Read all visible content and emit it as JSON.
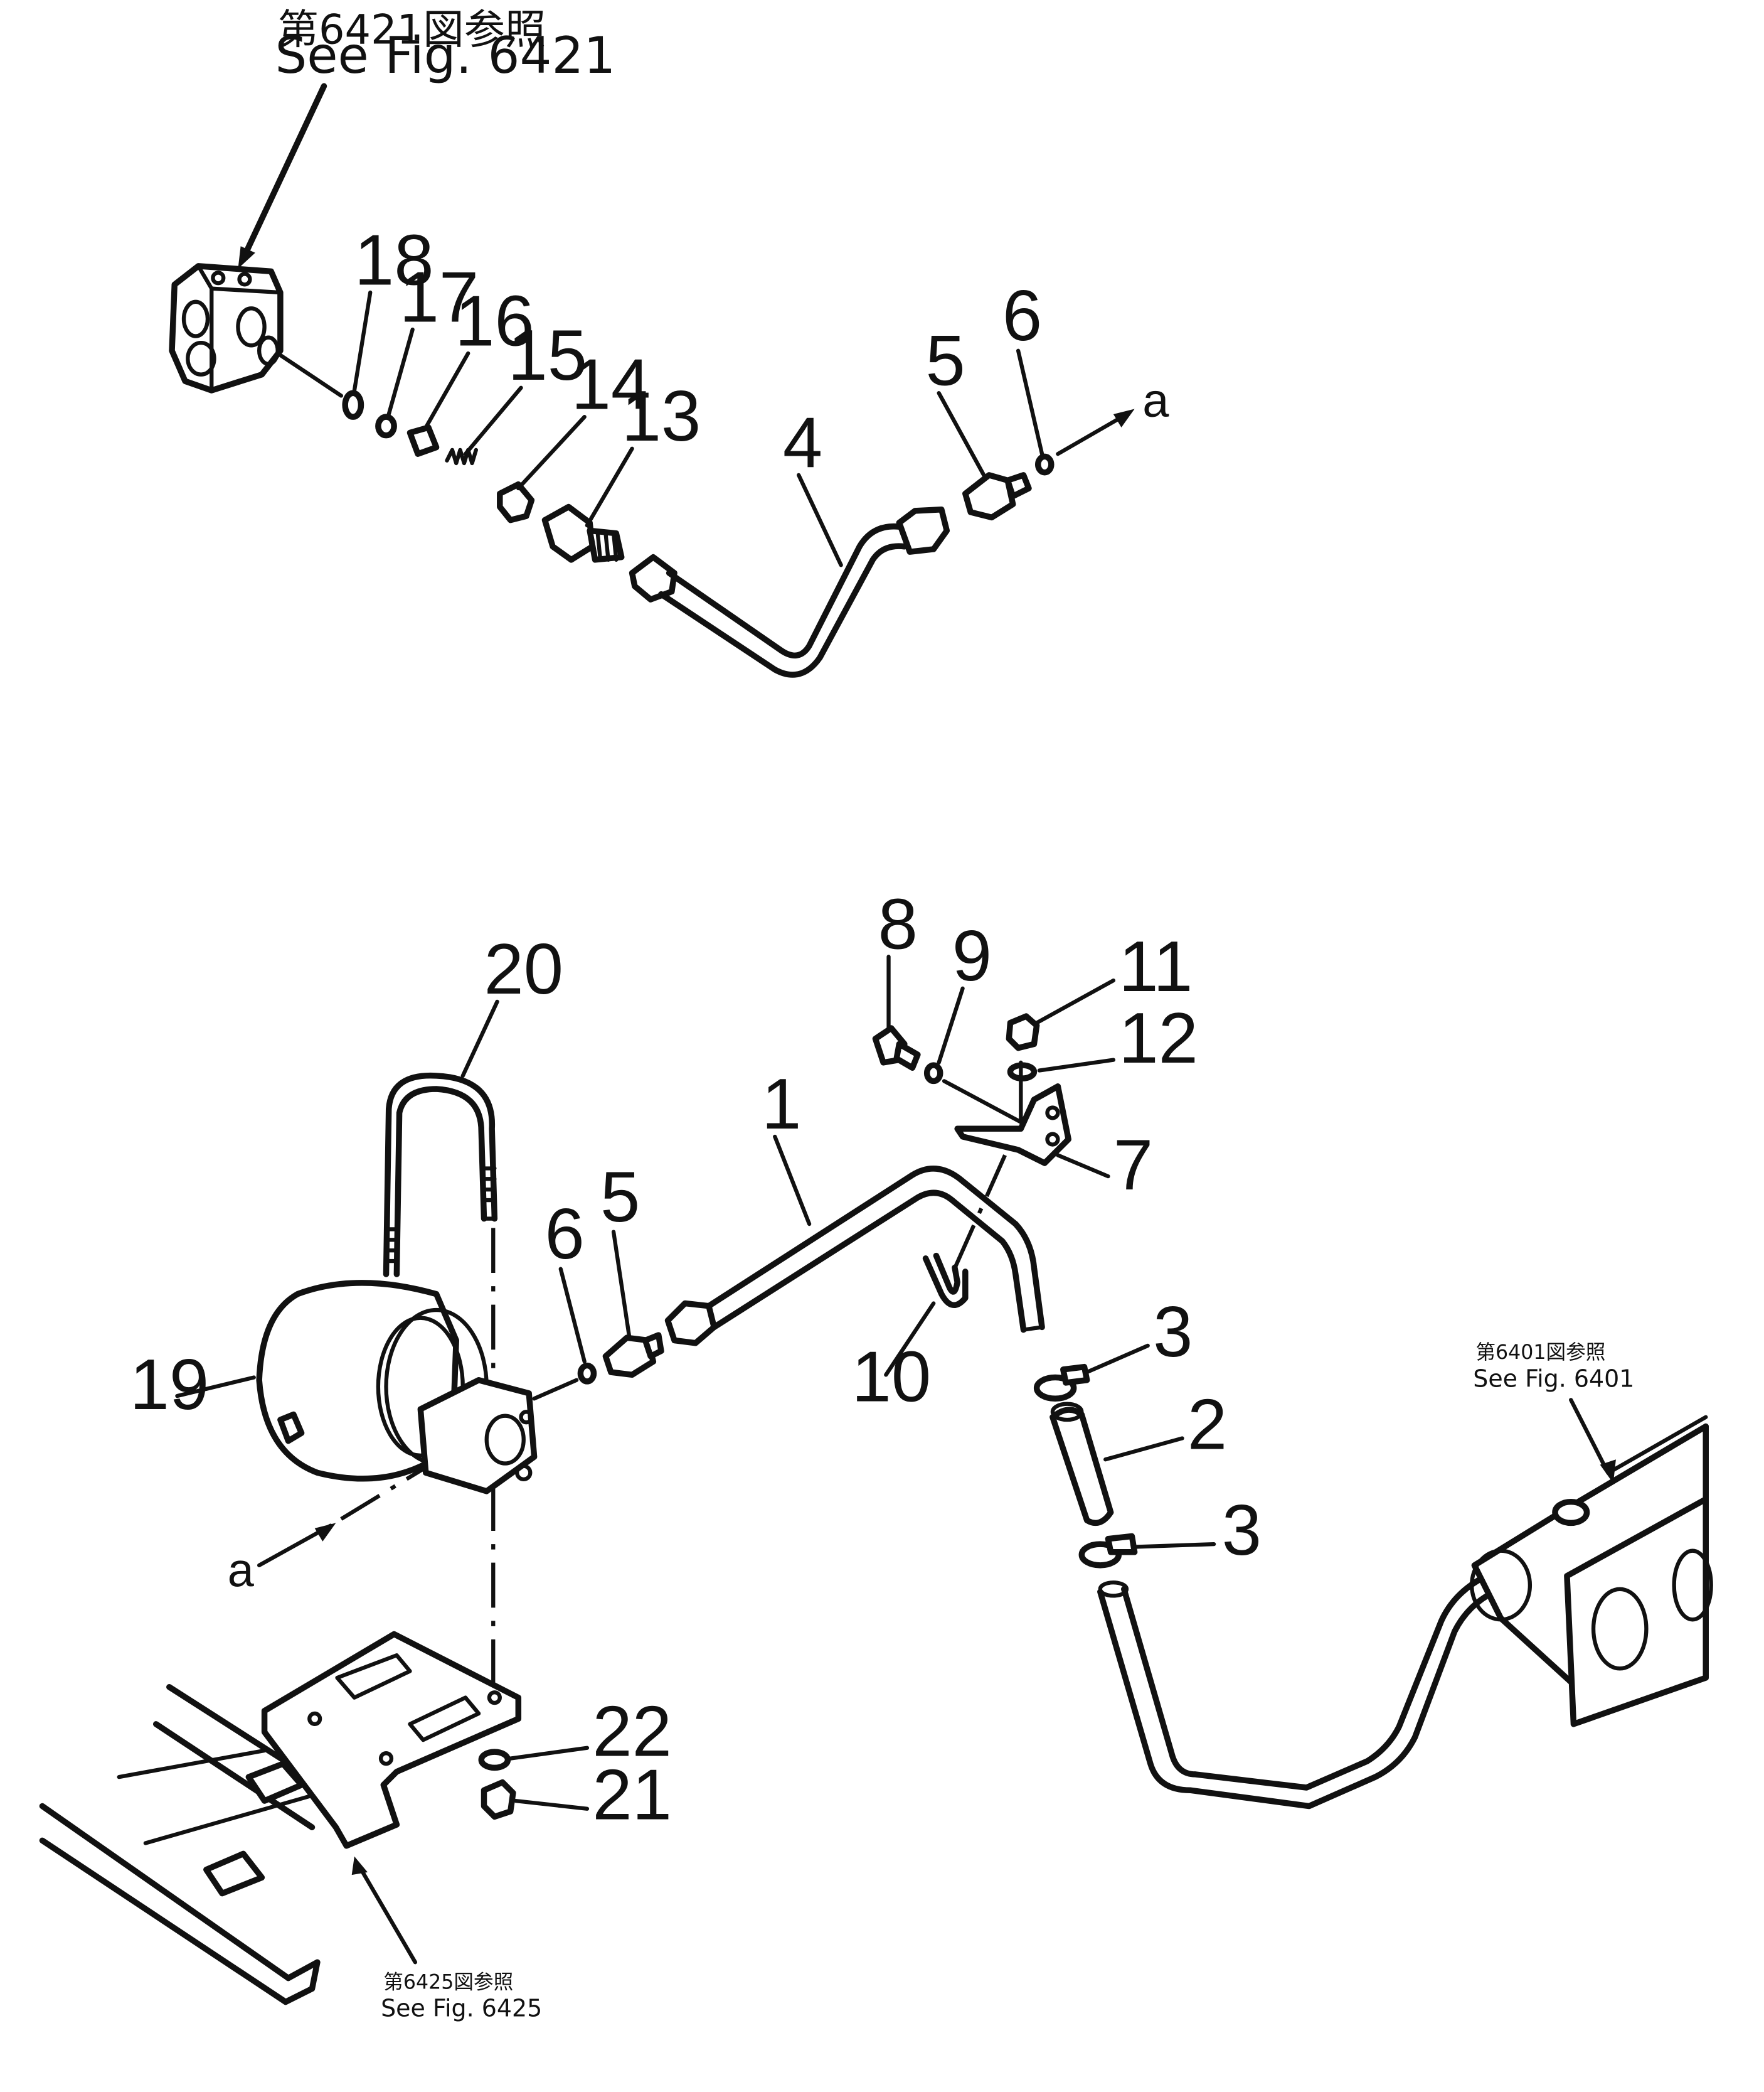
{
  "references": {
    "fig_6421": {
      "ja": "第6421図参照",
      "en": "See Fig. 6421"
    },
    "fig_6401": {
      "ja": "第6401図参照",
      "en": "See Fig. 6401"
    },
    "fig_6425": {
      "ja": "第6425図参照",
      "en": "See Fig. 6425"
    }
  },
  "connection_label": "a",
  "callouts": {
    "p1": "1",
    "p2": "2",
    "p3a": "3",
    "p3b": "3",
    "p4": "4",
    "p5a": "5",
    "p5b": "5",
    "p6a": "6",
    "p6b": "6",
    "p7": "7",
    "p8": "8",
    "p9": "9",
    "p10": "10",
    "p11": "11",
    "p12": "12",
    "p13": "13",
    "p14": "14",
    "p15": "15",
    "p16": "16",
    "p17": "17",
    "p18": "18",
    "p19": "19",
    "p20": "20",
    "p21": "21",
    "p22": "22"
  }
}
